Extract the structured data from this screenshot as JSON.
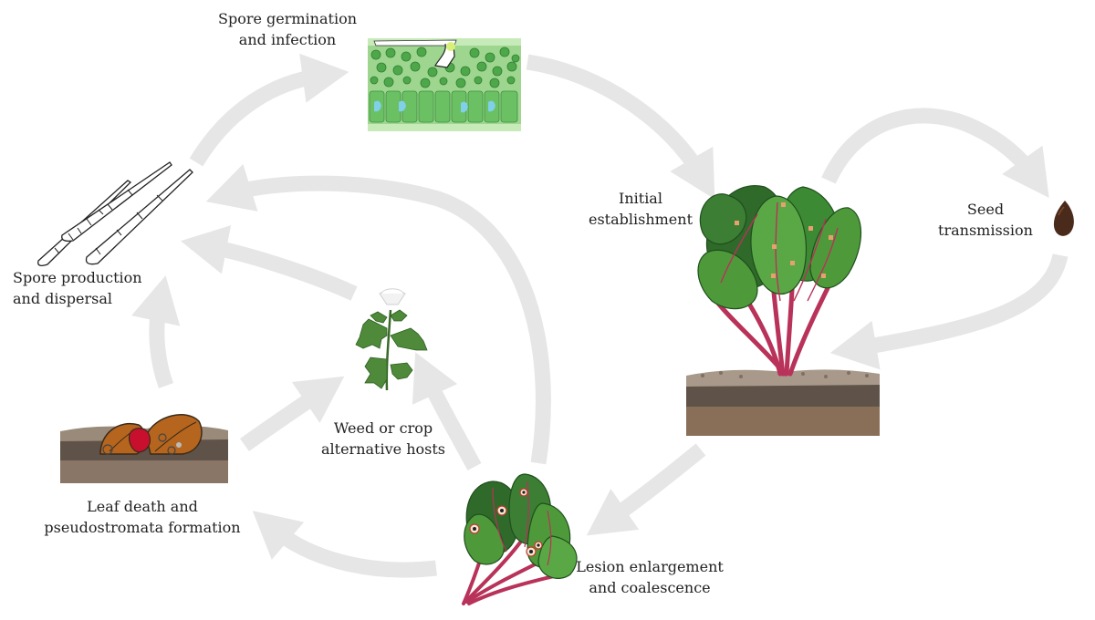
{
  "colors": {
    "arrow": "#e6e6e6",
    "leaf_green": "#4e9a3a",
    "leaf_dark": "#2f6f2a",
    "stem_red": "#b8325a",
    "soil_top": "#9a8a76",
    "soil_mid": "#6b5a4a",
    "soil_bottom": "#8a6f58",
    "tissue_green": "#7cc46f",
    "cell_dark": "#3f9e4a",
    "dead_leaf": "#b5651d",
    "pseudostroma": "#c8102e",
    "seed": "#4a2a1a"
  },
  "icons": [
    "leaf-cross-section-illustration",
    "spore-illustration",
    "beet-plant-in-soil-illustration",
    "seed-illustration",
    "weed-host-flower-illustration",
    "dead-leaf-in-soil-illustration",
    "diseased-leaves-illustration"
  ],
  "labels": {
    "germination": [
      "Spore germination",
      "and infection"
    ],
    "establishment": [
      "Initial",
      "establishment"
    ],
    "seed": [
      "Seed",
      "transmission"
    ],
    "production": [
      "Spore production",
      "and dispersal"
    ],
    "weed": [
      "Weed or crop",
      "alternative hosts"
    ],
    "leaf_death": [
      "Leaf death and",
      "pseudostromata formation"
    ],
    "lesion": [
      "Lesion enlargement",
      "and coalescence"
    ]
  }
}
